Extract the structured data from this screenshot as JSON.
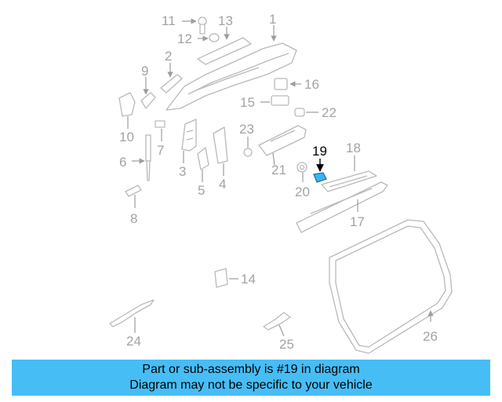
{
  "diagram": {
    "highlighted_part": "19",
    "highlight_color": "#39b4f2",
    "callouts": [
      "1",
      "2",
      "3",
      "4",
      "5",
      "6",
      "7",
      "8",
      "9",
      "10",
      "11",
      "12",
      "13",
      "14",
      "15",
      "16",
      "17",
      "18",
      "19",
      "20",
      "21",
      "22",
      "23",
      "24",
      "25",
      "26"
    ]
  },
  "footer": {
    "line1": "Part or sub-assembly is #19 in diagram",
    "line2": "Diagram may not be specific to your vehicle",
    "background": "#47bdf6"
  }
}
